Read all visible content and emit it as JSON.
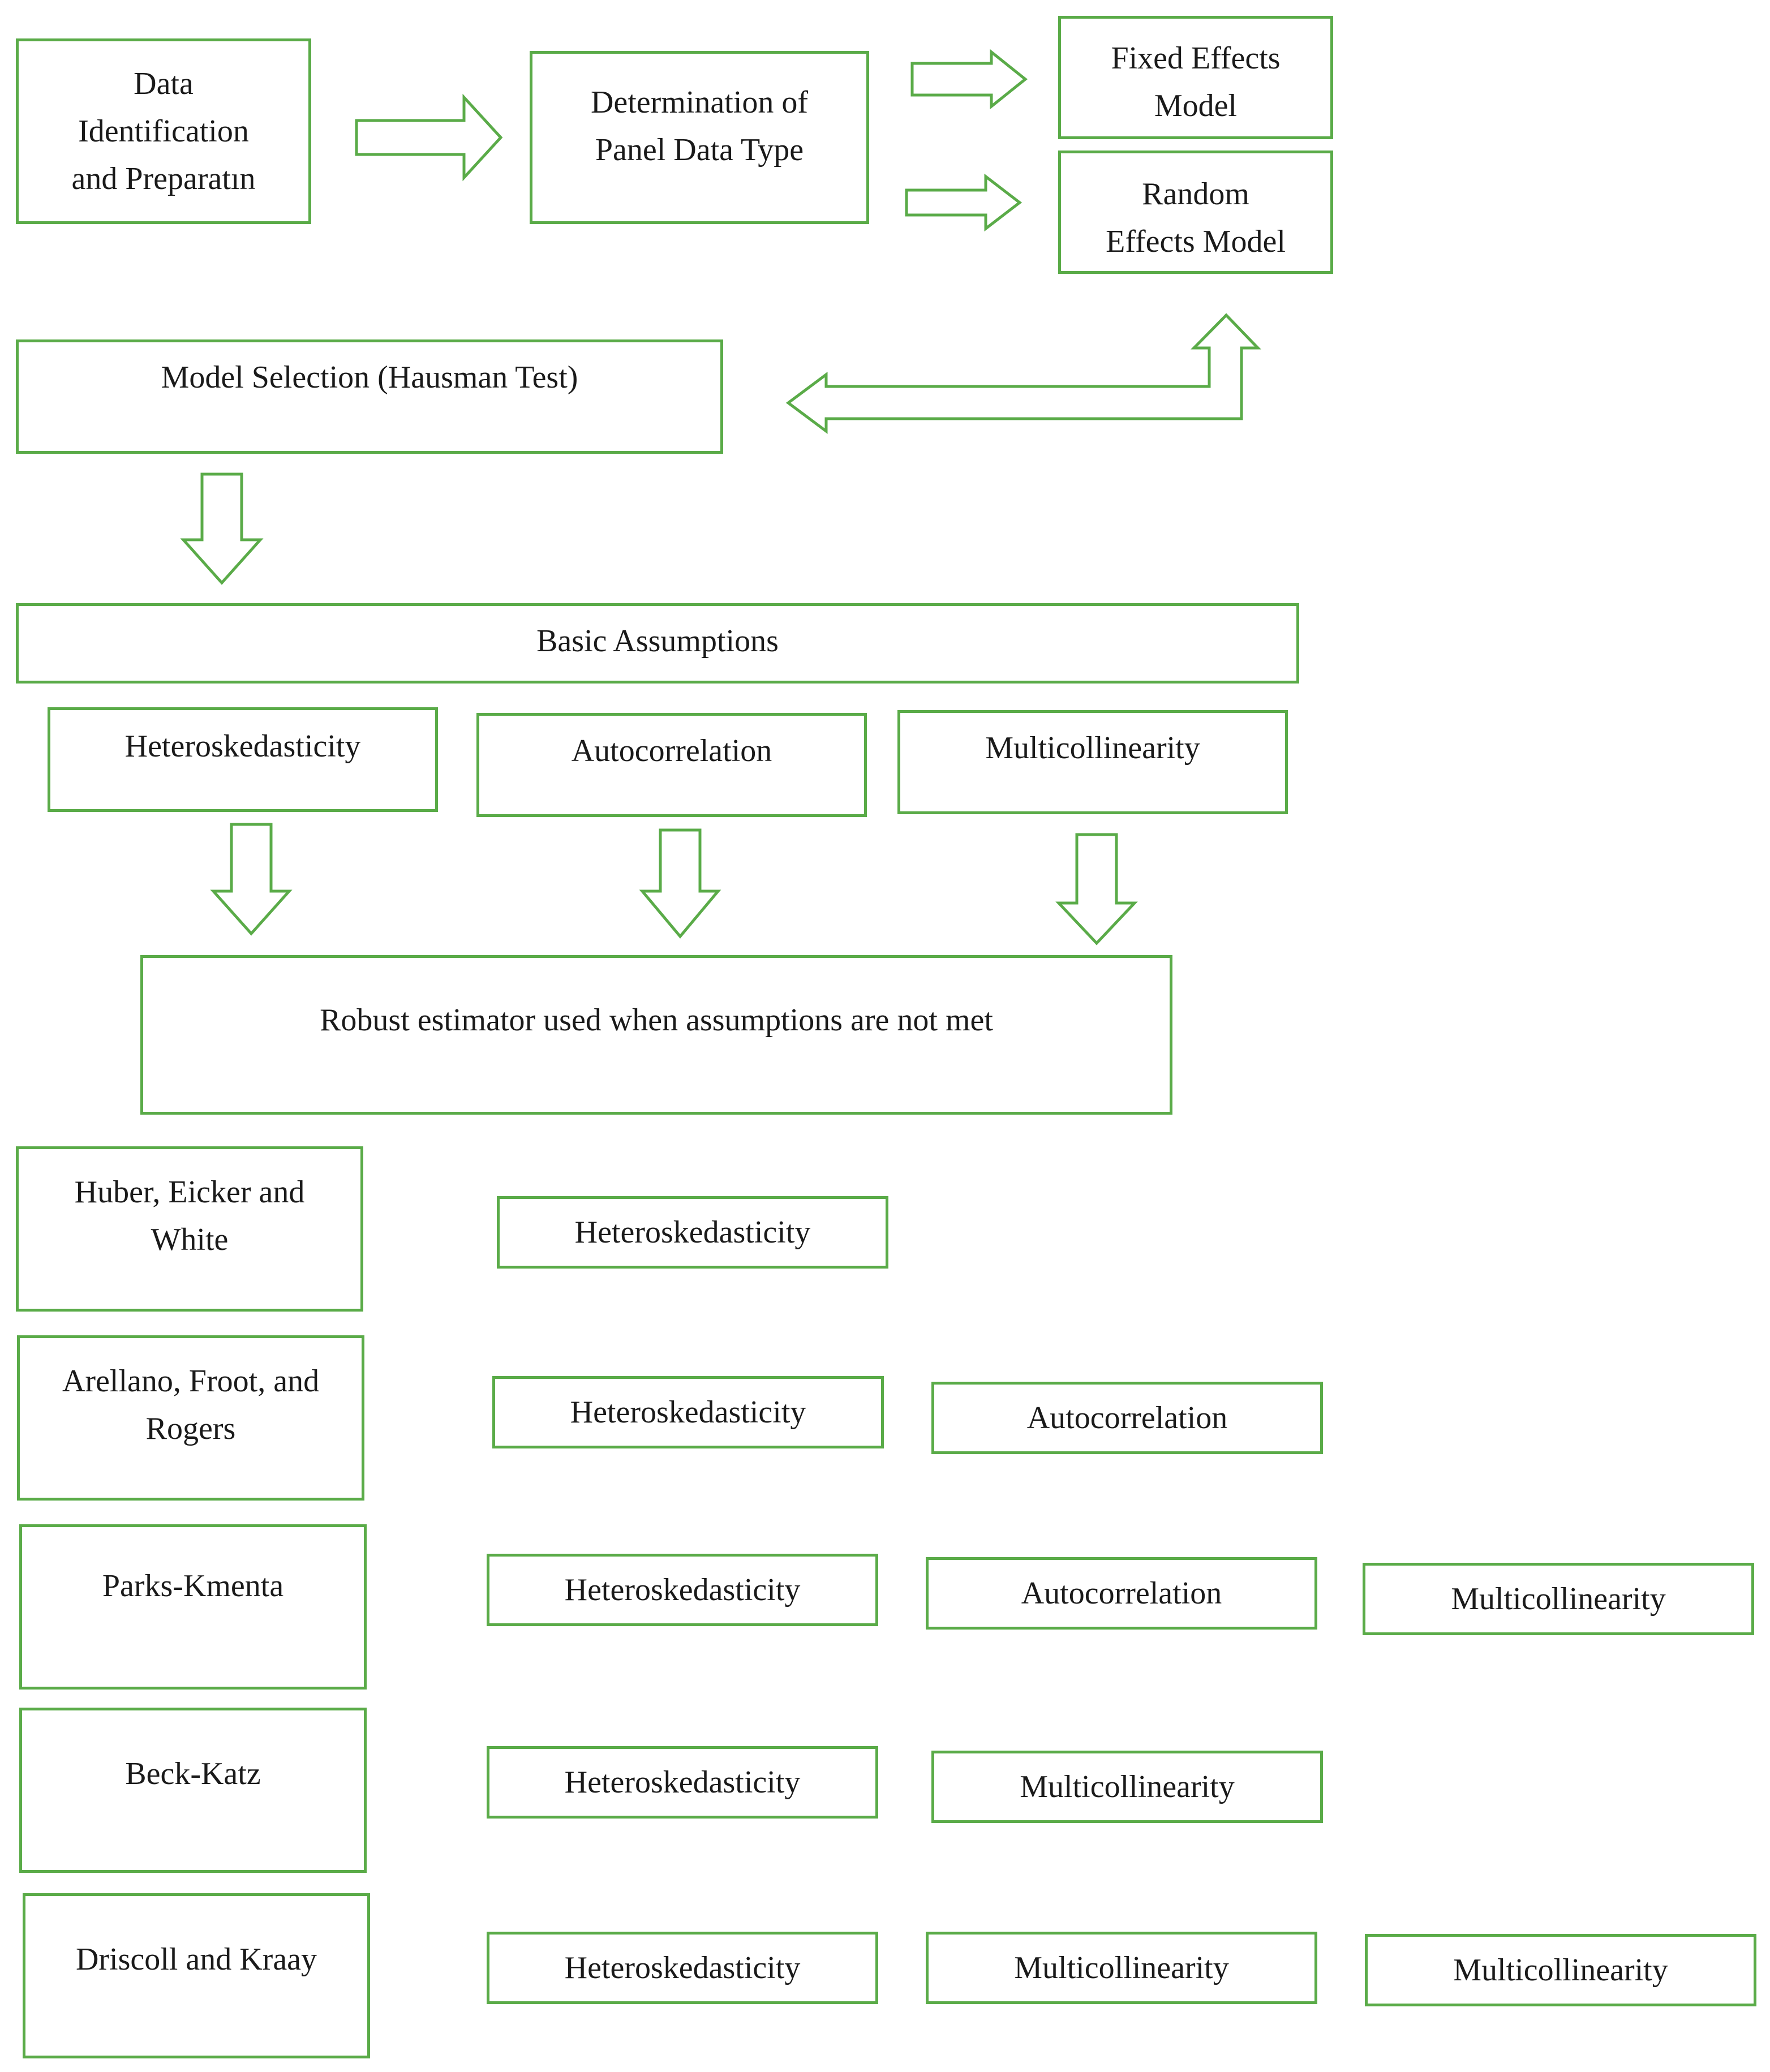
{
  "colors": {
    "border": "#5aab48",
    "arrow": "#5aab48",
    "text": "#1a1a1a",
    "background": "#ffffff"
  },
  "flow": {
    "data_identification": "Data\nIdentification\nand Preparatın",
    "panel_data_type": "Determination of\nPanel Data Type",
    "fixed_effects": "Fixed Effects\nModel",
    "random_effects": "Random\nEffects Model",
    "model_selection": "Model Selection (Hausman Test)",
    "basic_assumptions": "Basic Assumptions",
    "assumptions": [
      "Heteroskedasticity",
      "Autocorrelation",
      "Multicollinearity"
    ],
    "robust_estimator": "Robust estimator used when assumptions are not met"
  },
  "estimators": [
    {
      "name": "Huber, Eicker and\nWhite",
      "handles": [
        "Heteroskedasticity"
      ]
    },
    {
      "name": "Arellano, Froot, and\nRogers",
      "handles": [
        "Heteroskedasticity",
        "Autocorrelation"
      ]
    },
    {
      "name": "Parks-Kmenta",
      "handles": [
        "Heteroskedasticity",
        "Autocorrelation",
        "Multicollinearity"
      ]
    },
    {
      "name": "Beck-Katz",
      "handles": [
        "Heteroskedasticity",
        "Multicollinearity"
      ]
    },
    {
      "name": "Driscoll and Kraay",
      "handles": [
        "Heteroskedasticity",
        "Multicollinearity",
        "Multicollinearity"
      ]
    }
  ]
}
